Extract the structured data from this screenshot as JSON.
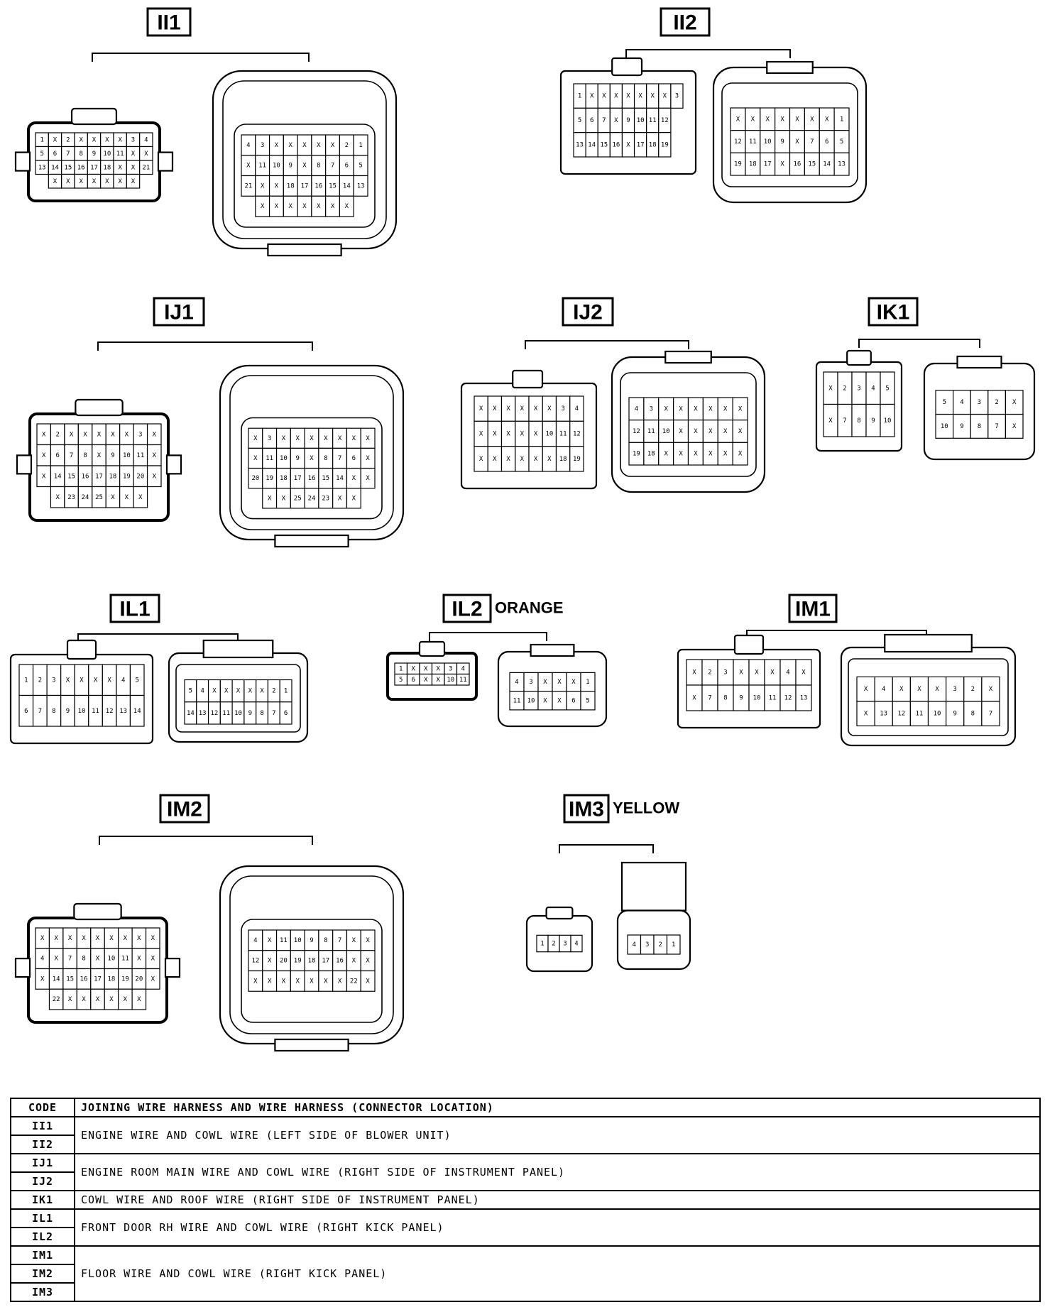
{
  "connectors": [
    {
      "id": "II1",
      "label": "II1",
      "color_note": "",
      "kind": "big",
      "female": [
        [
          "1",
          "X",
          "2",
          "X",
          "X",
          "X",
          "X",
          "3",
          "4"
        ],
        [
          "5",
          "6",
          "7",
          "8",
          "9",
          "10",
          "11",
          "X",
          "X"
        ],
        [
          "13",
          "14",
          "15",
          "16",
          "17",
          "18",
          "X",
          "X",
          "21"
        ],
        [
          "",
          "X",
          "X",
          "X",
          "X",
          "X",
          "X",
          "X",
          ""
        ]
      ],
      "male": [
        [
          "4",
          "3",
          "X",
          "X",
          "X",
          "X",
          "X",
          "2",
          "1"
        ],
        [
          "X",
          "11",
          "10",
          "9",
          "X",
          "8",
          "7",
          "6",
          "5"
        ],
        [
          "21",
          "X",
          "X",
          "18",
          "17",
          "16",
          "15",
          "14",
          "13"
        ],
        [
          "",
          "X",
          "X",
          "X",
          "X",
          "X",
          "X",
          "X",
          ""
        ]
      ]
    },
    {
      "id": "II2",
      "label": "II2",
      "color_note": "",
      "kind": "medium",
      "female": [
        [
          "1",
          "X",
          "X",
          "X",
          "X",
          "X",
          "X",
          "X",
          "3"
        ],
        [
          "5",
          "6",
          "7",
          "X",
          "9",
          "10",
          "11",
          "12"
        ],
        [
          "13",
          "14",
          "15",
          "16",
          "X",
          "17",
          "18",
          "19"
        ]
      ],
      "male": [
        [
          "X",
          "X",
          "X",
          "X",
          "X",
          "X",
          "X",
          "1"
        ],
        [
          "12",
          "11",
          "10",
          "9",
          "X",
          "7",
          "6",
          "5"
        ],
        [
          "19",
          "18",
          "17",
          "X",
          "16",
          "15",
          "14",
          "13"
        ]
      ]
    },
    {
      "id": "IJ1",
      "label": "IJ1",
      "color_note": "",
      "kind": "big",
      "female": [
        [
          "X",
          "2",
          "X",
          "X",
          "X",
          "X",
          "X",
          "3",
          "X"
        ],
        [
          "X",
          "6",
          "7",
          "8",
          "X",
          "9",
          "10",
          "11",
          "X"
        ],
        [
          "X",
          "14",
          "15",
          "16",
          "17",
          "18",
          "19",
          "20",
          "X"
        ],
        [
          "",
          "X",
          "23",
          "24",
          "25",
          "X",
          "X",
          "X",
          ""
        ]
      ],
      "male": [
        [
          "X",
          "3",
          "X",
          "X",
          "X",
          "X",
          "X",
          "X",
          "X"
        ],
        [
          "X",
          "11",
          "10",
          "9",
          "X",
          "8",
          "7",
          "6",
          "X"
        ],
        [
          "20",
          "19",
          "18",
          "17",
          "16",
          "15",
          "14",
          "X",
          "X"
        ],
        [
          "",
          "X",
          "X",
          "25",
          "24",
          "23",
          "X",
          "X",
          ""
        ]
      ]
    },
    {
      "id": "IJ2",
      "label": "IJ2",
      "color_note": "",
      "kind": "medium",
      "female": [
        [
          "X",
          "X",
          "X",
          "X",
          "X",
          "X",
          "3",
          "4"
        ],
        [
          "X",
          "X",
          "X",
          "X",
          "X",
          "10",
          "11",
          "12"
        ],
        [
          "X",
          "X",
          "X",
          "X",
          "X",
          "X",
          "18",
          "19"
        ]
      ],
      "male": [
        [
          "4",
          "3",
          "X",
          "X",
          "X",
          "X",
          "X",
          "X"
        ],
        [
          "12",
          "11",
          "10",
          "X",
          "X",
          "X",
          "X",
          "X"
        ],
        [
          "19",
          "18",
          "X",
          "X",
          "X",
          "X",
          "X",
          "X"
        ]
      ]
    },
    {
      "id": "IK1",
      "label": "IK1",
      "color_note": "",
      "kind": "small",
      "female": [
        [
          "X",
          "2",
          "3",
          "4",
          "5"
        ],
        [
          "X",
          "7",
          "8",
          "9",
          "10"
        ]
      ],
      "male": [
        [
          "5",
          "4",
          "3",
          "2",
          "X"
        ],
        [
          "10",
          "9",
          "8",
          "7",
          "X"
        ]
      ]
    },
    {
      "id": "IL1",
      "label": "IL1",
      "color_note": "",
      "kind": "wide",
      "female": [
        [
          "1",
          "2",
          "3",
          "X",
          "X",
          "X",
          "X",
          "4",
          "5"
        ],
        [
          "6",
          "7",
          "8",
          "9",
          "10",
          "11",
          "12",
          "13",
          "14"
        ]
      ],
      "male": [
        [
          "5",
          "4",
          "X",
          "X",
          "X",
          "X",
          "X",
          "2",
          "1"
        ],
        [
          "14",
          "13",
          "12",
          "11",
          "10",
          "9",
          "8",
          "7",
          "6"
        ]
      ]
    },
    {
      "id": "IL2",
      "label": "IL2",
      "color_note": "ORANGE",
      "kind": "small",
      "female": [
        [
          "1",
          "X",
          "X",
          "X",
          "3",
          "4"
        ],
        [
          "5",
          "6",
          "X",
          "X",
          "10",
          "11"
        ]
      ],
      "male": [
        [
          "4",
          "3",
          "X",
          "X",
          "X",
          "1"
        ],
        [
          "11",
          "10",
          "X",
          "X",
          "6",
          "5"
        ]
      ]
    },
    {
      "id": "IM1",
      "label": "IM1",
      "color_note": "",
      "kind": "wide",
      "female": [
        [
          "X",
          "2",
          "3",
          "X",
          "X",
          "X",
          "4",
          "X"
        ],
        [
          "X",
          "7",
          "8",
          "9",
          "10",
          "11",
          "12",
          "13"
        ]
      ],
      "male": [
        [
          "X",
          "4",
          "X",
          "X",
          "X",
          "3",
          "2",
          "X"
        ],
        [
          "X",
          "13",
          "12",
          "11",
          "10",
          "9",
          "8",
          "7"
        ]
      ]
    },
    {
      "id": "IM2",
      "label": "IM2",
      "color_note": "",
      "kind": "big",
      "female": [
        [
          "X",
          "X",
          "X",
          "X",
          "X",
          "X",
          "X",
          "X",
          "X"
        ],
        [
          "4",
          "X",
          "7",
          "8",
          "X",
          "10",
          "11",
          "X",
          "X"
        ],
        [
          "X",
          "14",
          "15",
          "16",
          "17",
          "18",
          "19",
          "20",
          "X"
        ],
        [
          "",
          "22",
          "X",
          "X",
          "X",
          "X",
          "X",
          "X",
          ""
        ]
      ],
      "male": [
        [
          "4",
          "X",
          "11",
          "10",
          "9",
          "8",
          "7",
          "X",
          "X"
        ],
        [
          "12",
          "X",
          "20",
          "19",
          "18",
          "17",
          "16",
          "X",
          "X"
        ],
        [
          "X",
          "X",
          "X",
          "X",
          "X",
          "X",
          "X",
          "22",
          "X"
        ],
        [
          "",
          "",
          "",
          "",
          "",
          "",
          "",
          "",
          ""
        ]
      ]
    },
    {
      "id": "IM3",
      "label": "IM3",
      "color_note": "YELLOW",
      "kind": "tiny",
      "female": [
        [
          "1",
          "2",
          "3",
          "4"
        ]
      ],
      "male": [
        [
          "4",
          "3",
          "2",
          "1"
        ]
      ]
    }
  ],
  "legend": {
    "header_code": "CODE",
    "header_desc": "JOINING WIRE HARNESS AND WIRE HARNESS (CONNECTOR LOCATION)",
    "groups": [
      {
        "codes": [
          "II1",
          "II2"
        ],
        "desc": "ENGINE WIRE AND COWL WIRE (LEFT SIDE OF BLOWER UNIT)"
      },
      {
        "codes": [
          "IJ1",
          "IJ2"
        ],
        "desc": "ENGINE ROOM MAIN WIRE AND COWL WIRE (RIGHT SIDE OF INSTRUMENT PANEL)"
      },
      {
        "codes": [
          "IK1"
        ],
        "desc": "COWL WIRE AND ROOF WIRE (RIGHT SIDE OF INSTRUMENT PANEL)"
      },
      {
        "codes": [
          "IL1",
          "IL2"
        ],
        "desc": "FRONT DOOR RH WIRE AND COWL WIRE (RIGHT KICK PANEL)"
      },
      {
        "codes": [
          "IM1",
          "IM2",
          "IM3"
        ],
        "desc": "FLOOR WIRE AND COWL WIRE (RIGHT KICK PANEL)"
      }
    ]
  }
}
